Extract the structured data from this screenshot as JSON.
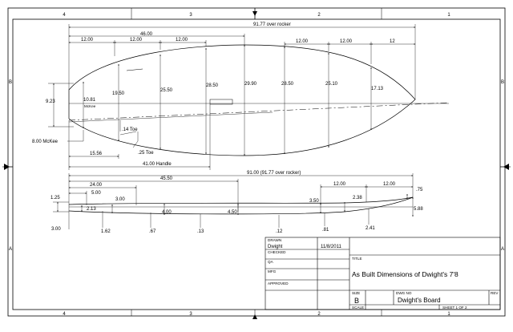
{
  "zones": {
    "top": [
      "4",
      "3",
      "2",
      "1"
    ],
    "side": [
      "B",
      "A"
    ]
  },
  "dims": {
    "overall_top": "91.77 over rocker",
    "d46": "46.00",
    "seg1": "12.00",
    "seg2": "12.00",
    "seg3": "12.00",
    "seg4": "12.00",
    "seg5": "12.00",
    "seg6": "12",
    "w923": "9.23",
    "w1081": "10.81",
    "mckee1": "McKee",
    "w1950": "19.50",
    "w2550": "25.50",
    "w2850a": "28.50",
    "w2990": "29.90",
    "w2850b": "28.50",
    "w2510": "25.10",
    "w1713": "17.13",
    "toe14": ".14 Toe",
    "toe25": ".25 Toe",
    "mckee800": "8.00 McKee",
    "d1556": "15.56",
    "handle": "41.00 Handle",
    "side_overall": "91.00 (91.77 over rocker)",
    "d4550": "45.50",
    "d2400": "24.00",
    "d500": "5.00",
    "s1200a": "12.00",
    "s1200b": "12.00",
    "t125": "1.25",
    "t213": "2.13",
    "t300a": "3.00",
    "t400": "4.00",
    "t450": "4.50",
    "t350": "3.50",
    "t238": "2.38",
    "t75": ".75",
    "t588": "5.88",
    "b300": "3.00",
    "b162": "1.62",
    "b67": ".67",
    "b13": ".13",
    "b12": ".12",
    "b81": ".81",
    "b241": "2.41"
  },
  "title_block": {
    "drawn_label": "DRAWN",
    "drawn_by": "Dwight",
    "drawn_date": "11/8/2011",
    "checked_label": "CHECKED",
    "qa_label": "QA",
    "mfg_label": "MFG",
    "approved_label": "APPROVED",
    "title_label": "TITLE",
    "title": "As Built Dimensions of Dwight's 7'8",
    "size_label": "SIZE",
    "size": "B",
    "dwg_label": "DWG NO",
    "dwg_no": "Dwight's Board",
    "rev_label": "REV",
    "scale_label": "SCALE",
    "sheet": "SHEET  1  OF  2"
  }
}
